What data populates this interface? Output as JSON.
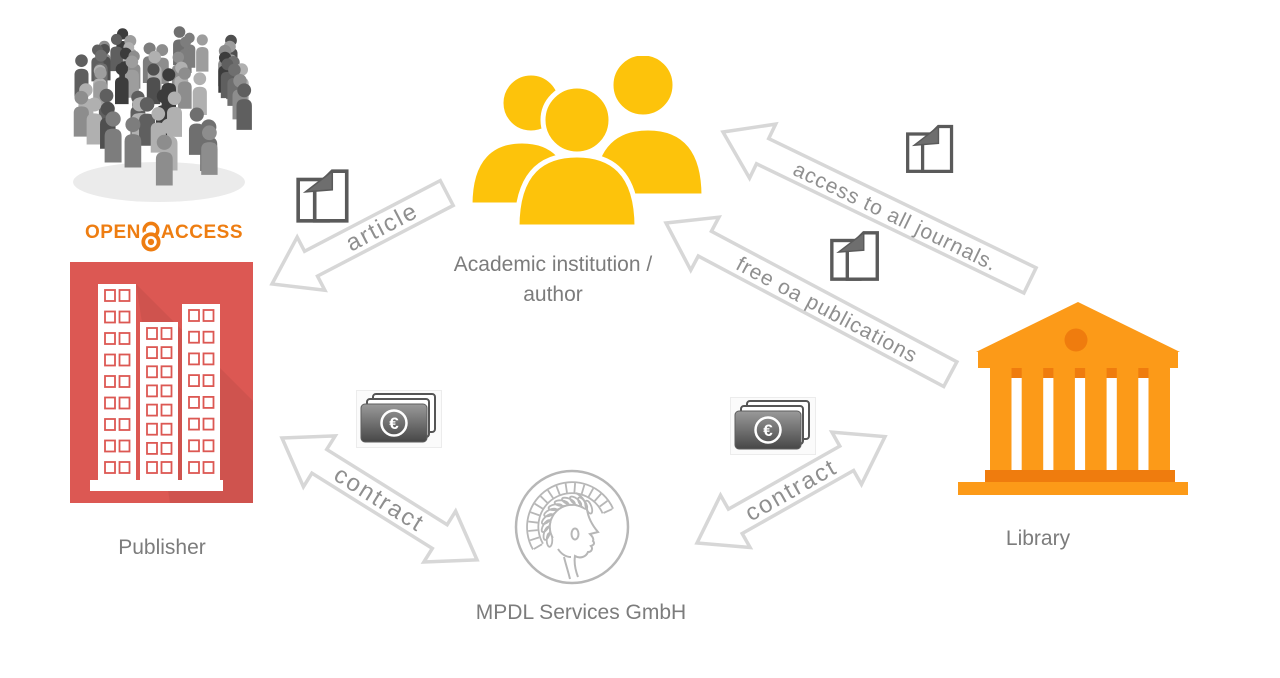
{
  "nodes": {
    "open_access": {
      "word_left": "OPEN",
      "word_right": "ACCESS",
      "color": "#ee7d11"
    },
    "publisher": {
      "label": "Publisher",
      "color": "#dc5853"
    },
    "academic": {
      "label_line1": "Academic institution /",
      "label_line2": "author",
      "color": "#fdc30b"
    },
    "library": {
      "label": "Library",
      "color": "#fc9a18",
      "accent_color": "#ef7c0e"
    },
    "mpdl": {
      "label": "MPDL Services GmbH",
      "color": "#b7b7b7"
    }
  },
  "edges": {
    "article": {
      "label": "article"
    },
    "access_journals": {
      "label": "access to all journals."
    },
    "free_oa": {
      "label": "free oa publications"
    },
    "contract_publisher": {
      "label": "contract"
    },
    "contract_library": {
      "label": "contract"
    }
  },
  "icons": {
    "euro_symbol": "€"
  },
  "style": {
    "text_color": "#7c7c7c",
    "arrow_color": "#d7d7d7"
  }
}
